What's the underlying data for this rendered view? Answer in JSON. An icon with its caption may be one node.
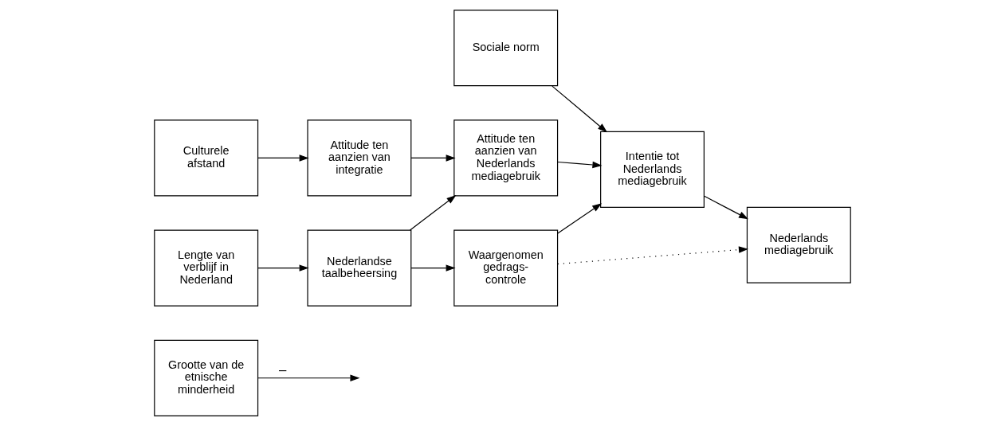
{
  "diagram": {
    "nodes": [
      {
        "text": [
          "Grootte van de etnische minderheid"
        ]
      },
      {
        "text": [
          "Sociale norm"
        ]
      },
      {
        "text": [
          "Culturele afstand"
        ]
      },
      {
        "text": [
          "Attitude ten aanzien van integratie"
        ]
      },
      {
        "text": [
          "Attitude ten aanzien van Nederlands mediagebruik"
        ]
      },
      {
        "text": [
          "Intentie tot Nederlands mediagebruik"
        ]
      },
      {
        "text": [
          "Nederlands mediagebruik"
        ]
      },
      {
        "text": [
          "Lengte van verblijf in Nederland"
        ]
      },
      {
        "text": [
          "Nederlandse taalbeheersing"
        ]
      },
      {
        "text": [
          "Waargenomen gedrags- controle"
        ]
      }
    ],
    "edges": [
      {
        "from": 0,
        "to": null,
        "arrow": "to",
        "label": "–"
      },
      {
        "from": 1,
        "to": 5,
        "arrow": "to"
      },
      {
        "from": 2,
        "to": 3,
        "arrow": "to"
      },
      {
        "from": 3,
        "to": 4,
        "arrow": "to"
      },
      {
        "from": 4,
        "to": 5,
        "arrow": "to"
      },
      {
        "from": 5,
        "to": 6,
        "arrow": "to"
      },
      {
        "from": 7,
        "to": 8,
        "arrow": "to"
      },
      {
        "from": 8,
        "to": 4,
        "arrow": "to"
      },
      {
        "from": 8,
        "to": 9,
        "arrow": "to"
      },
      {
        "from": 9,
        "to": 5,
        "arrow": "to"
      },
      {
        "from": 9,
        "to": 6,
        "arrow": "to",
        "style": "dashed"
      }
    ]
  }
}
